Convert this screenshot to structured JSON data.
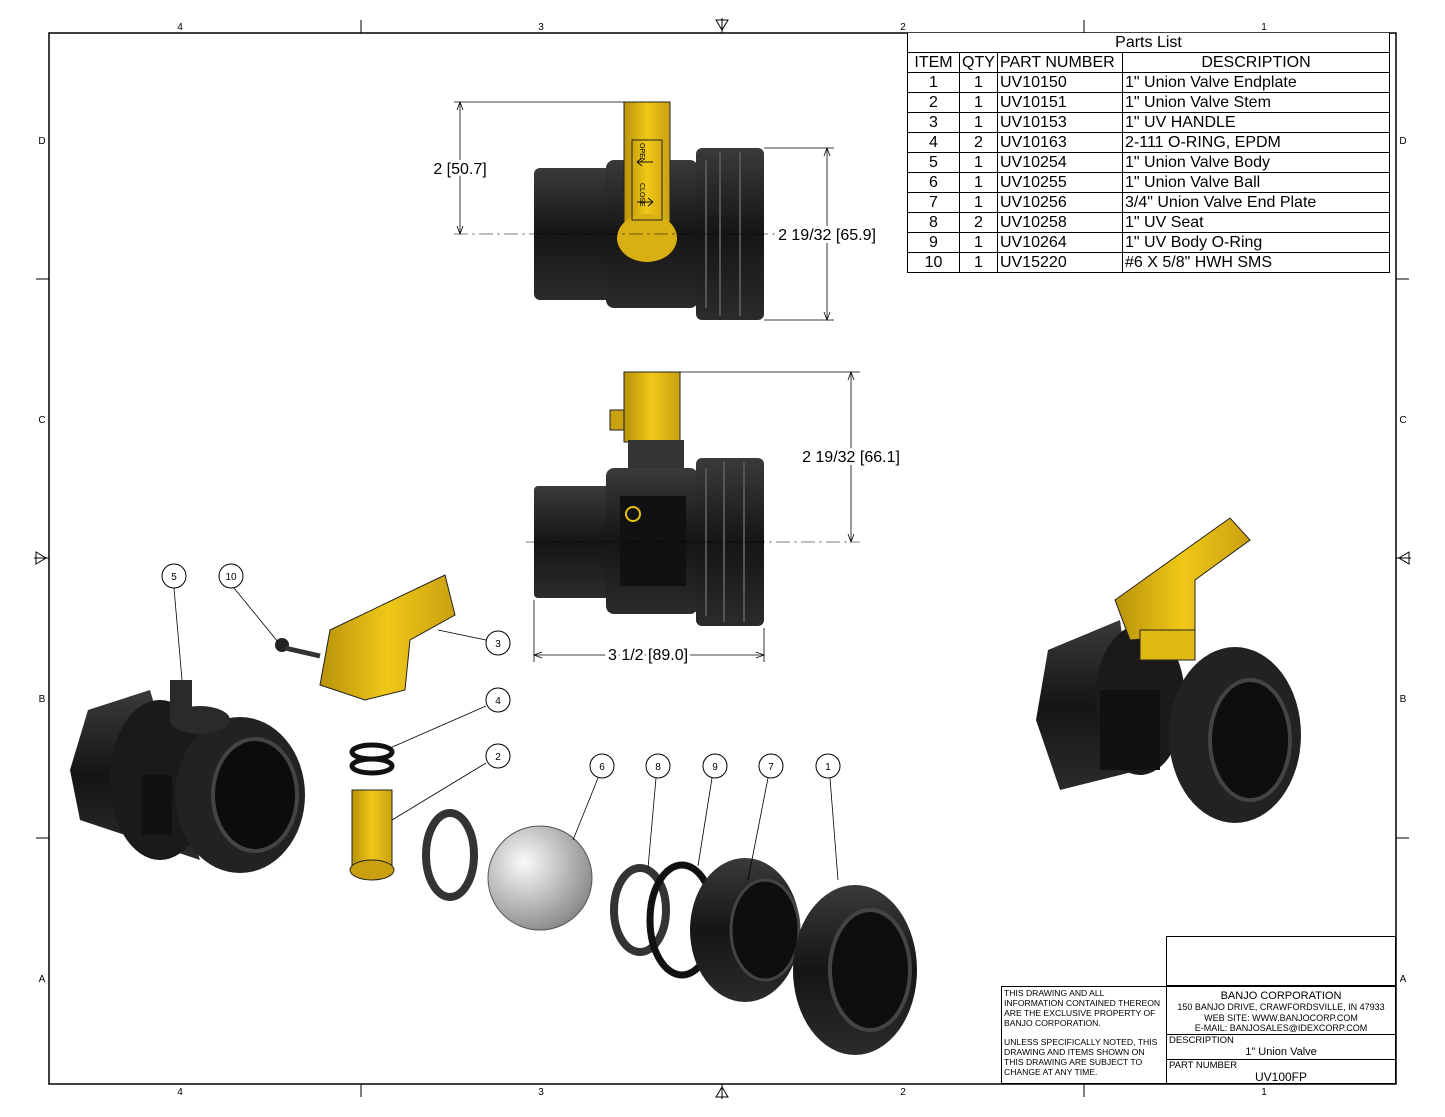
{
  "zones": {
    "columns": [
      "4",
      "3",
      "2",
      "1"
    ],
    "rows": [
      "D",
      "C",
      "B",
      "A"
    ]
  },
  "parts_list": {
    "title": "Parts List",
    "headers": [
      "ITEM",
      "QTY",
      "PART NUMBER",
      "DESCRIPTION"
    ],
    "rows": [
      [
        "1",
        "1",
        "UV10150",
        "1\" Union Valve Endplate"
      ],
      [
        "2",
        "1",
        "UV10151",
        "1\" Union Valve Stem"
      ],
      [
        "3",
        "1",
        "UV10153",
        "1\" UV HANDLE"
      ],
      [
        "4",
        "2",
        "UV10163",
        "2-111 O-RING, EPDM"
      ],
      [
        "5",
        "1",
        "UV10254",
        "1\" Union Valve Body"
      ],
      [
        "6",
        "1",
        "UV10255",
        "1\" Union Valve Ball"
      ],
      [
        "7",
        "1",
        "UV10256",
        "3/4\" Union Valve End Plate"
      ],
      [
        "8",
        "2",
        "UV10258",
        "1\" UV Seat"
      ],
      [
        "9",
        "1",
        "UV10264",
        "1\" UV Body O-Ring"
      ],
      [
        "10",
        "1",
        "UV15220",
        "#6 X 5/8\" HWH SMS"
      ]
    ]
  },
  "dimensions": {
    "top_view_height": "2 [50.7]",
    "top_view_diameter": "2 19/32 [65.9]",
    "front_view_height": "2 19/32 [66.1]",
    "front_view_length": "3 1/2 [89.0]"
  },
  "handle_labels": {
    "open": "OPEN",
    "close": "CLOSE"
  },
  "balloons": [
    "5",
    "10",
    "3",
    "4",
    "2",
    "6",
    "8",
    "9",
    "7",
    "1"
  ],
  "title_block": {
    "notice_1": [
      "THIS DRAWING AND ALL",
      "INFORMATION CONTAINED THEREON",
      "ARE THE EXCLUSIVE PROPERTY OF",
      "BANJO CORPORATION."
    ],
    "notice_2": [
      "UNLESS SPECIFICALLY NOTED, THIS",
      "DRAWING AND ITEMS SHOWN ON",
      "THIS DRAWING ARE SUBJECT TO",
      "CHANGE AT ANY TIME."
    ],
    "company": "BANJO CORPORATION",
    "address": "150 BANJO DRIVE, CRAWFORDSVILLE, IN 47933",
    "website": "WEB SITE: WWW.BANJOCORP.COM",
    "email": "E-MAIL: BANJOSALES@IDEXCORP.COM",
    "description_label": "DESCRIPTION",
    "description": "1\" Union Valve",
    "part_number_label": "PART NUMBER",
    "part_number": "UV100FP"
  },
  "colors": {
    "handle_yellow": "#e8c010",
    "body_black": "#1e1e1e",
    "ball_silver": "#c8c8c8"
  }
}
